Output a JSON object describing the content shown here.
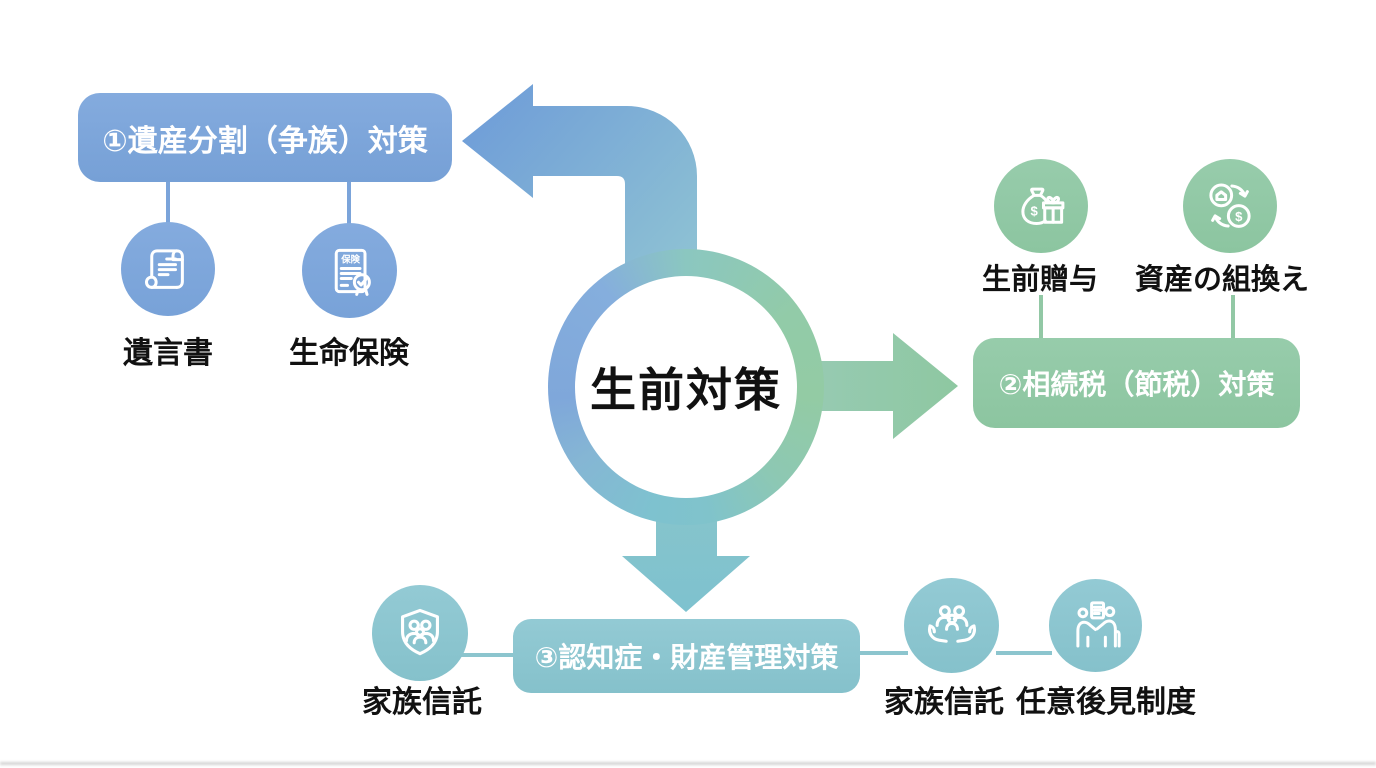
{
  "colors": {
    "blue": "#7ba4da",
    "green": "#92c8a5",
    "teal": "#8cc5ce",
    "label_text": "#111111",
    "box_text": "#ffffff"
  },
  "center": {
    "label": "生前対策"
  },
  "section_inheritance_division": {
    "box_label": "①遺産分割（争族）対策",
    "items": [
      {
        "label": "遺言書",
        "icon": "scroll-icon"
      },
      {
        "label": "生命保険",
        "icon": "insurance-document-icon",
        "icon_text": "保険"
      }
    ]
  },
  "section_inheritance_tax": {
    "box_label": "②相続税（節税）対策",
    "items": [
      {
        "label": "生前贈与",
        "icon": "money-bag-gift-icon",
        "icon_text": "$"
      },
      {
        "label": "資産の組換え",
        "icon": "asset-exchange-icon",
        "icon_text": "$"
      }
    ]
  },
  "section_dementia_asset_management": {
    "box_label": "③認知症・財産管理対策",
    "items": [
      {
        "label": "家族信託",
        "icon": "family-shield-icon"
      },
      {
        "label": "家族信託",
        "icon": "hands-family-icon"
      },
      {
        "label": "任意後見制度",
        "icon": "handshake-contract-icon"
      }
    ]
  }
}
